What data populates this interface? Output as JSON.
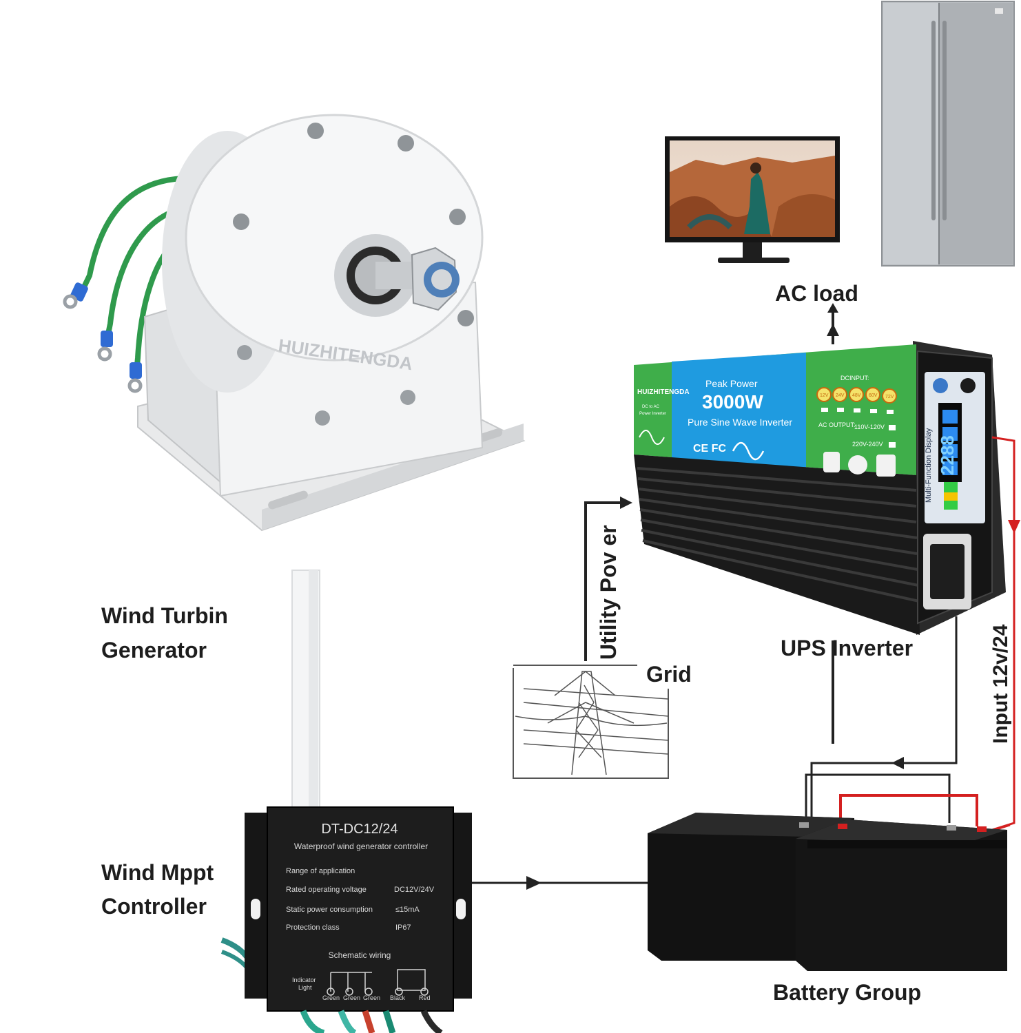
{
  "labels": {
    "ac_load": "AC load",
    "wind_turbine": "Wind Turbin",
    "generator": "Generator",
    "wind_mppt": "Wind Mppt",
    "controller": "Controller",
    "utility_power": "Utility Pov er",
    "grid": "Grid",
    "ups_inverter": "UPS Inverter",
    "input_voltage": "Input 12v/24",
    "battery_group": "Battery Group"
  },
  "generator_unit": {
    "brand_text": "HUIZHITENGDA"
  },
  "inverter": {
    "brand": "HUIZHITENGDA",
    "subtitle_line1": "DC to AC",
    "subtitle_line2": "Power Inverter",
    "peak_label": "Peak Power",
    "wattage": "3000W",
    "wave_type": "Pure Sine Wave Inverter",
    "cert": "CE FC",
    "dc_input_label": "DCINPUT:",
    "dc_options": [
      "12V",
      "24V",
      "48V",
      "60V",
      "72V"
    ],
    "ac_output_label": "AC OUTPUT:",
    "ac_out_1": "110V-120V",
    "ac_out_2": "220V-240V",
    "display_title": "Multi-Function Display",
    "display_reading": "2288"
  },
  "controller_unit": {
    "model": "DT-DC12/24",
    "desc": "Waterproof wind generator controller",
    "range_label": "Range of application",
    "specs": [
      {
        "name": "Rated operating voltage",
        "value": "DC12V/24V"
      },
      {
        "name": "Static power consumption",
        "value": "≤15mA"
      },
      {
        "name": "Protection class",
        "value": "IP67"
      }
    ],
    "schematic_label": "Schematic wiring",
    "indicator_label_1": "Indicator",
    "indicator_label_2": "Light",
    "wire_labels": [
      "Green",
      "Green",
      "Green",
      "Black",
      "Red"
    ]
  },
  "colors": {
    "inverter_green": "#3fae4a",
    "inverter_blue": "#1f9be0",
    "battery_black": "#121212",
    "wire_red": "#d42020",
    "wire_green": "#2f9a4c"
  }
}
